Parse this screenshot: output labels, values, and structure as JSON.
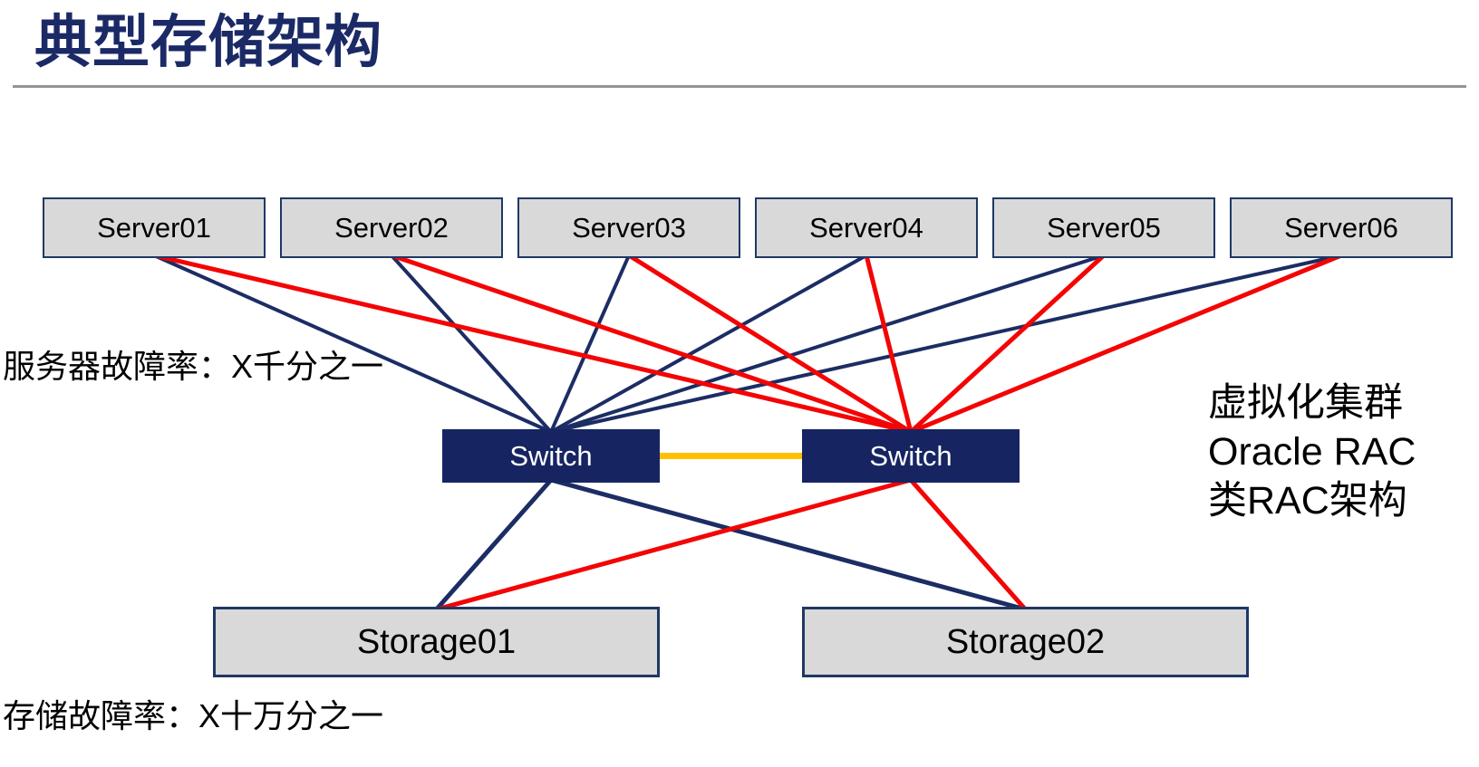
{
  "title": "典型存储架构",
  "nodes": {
    "servers": [
      "Server01",
      "Server02",
      "Server03",
      "Server04",
      "Server05",
      "Server06"
    ],
    "switches": [
      "Switch",
      "Switch"
    ],
    "storages": [
      "Storage01",
      "Storage02"
    ]
  },
  "annotations": {
    "server_failure_rate": "服务器故障率：X千分之一",
    "storage_failure_rate": "存储故障率：X十万分之一",
    "cluster_note": [
      "虚拟化集群",
      "Oracle RAC",
      "类RAC架构"
    ]
  },
  "colors": {
    "navy": "#1c2d64",
    "red": "#f40404",
    "orange": "#ffc000",
    "title": "#1b2a66",
    "box_fill": "#d9d9d9",
    "box_border": "#1f3864",
    "switch_fill": "#162561",
    "rule": "#949494"
  },
  "edges": [
    {
      "from": "server-box-1",
      "to": "switch-box-1",
      "color": "navy",
      "width": 4
    },
    {
      "from": "server-box-2",
      "to": "switch-box-1",
      "color": "navy",
      "width": 4
    },
    {
      "from": "server-box-3",
      "to": "switch-box-1",
      "color": "navy",
      "width": 4
    },
    {
      "from": "server-box-4",
      "to": "switch-box-1",
      "color": "navy",
      "width": 4
    },
    {
      "from": "server-box-5",
      "to": "switch-box-1",
      "color": "navy",
      "width": 4
    },
    {
      "from": "server-box-6",
      "to": "switch-box-1",
      "color": "navy",
      "width": 4
    },
    {
      "from": "switch-box-1",
      "to": "storage-box-1",
      "color": "navy",
      "width": 5
    },
    {
      "from": "switch-box-1",
      "to": "storage-box-2",
      "color": "navy",
      "width": 5
    },
    {
      "from": "server-box-1",
      "to": "switch-box-2",
      "color": "red",
      "width": 5
    },
    {
      "from": "server-box-2",
      "to": "switch-box-2",
      "color": "red",
      "width": 5
    },
    {
      "from": "server-box-3",
      "to": "switch-box-2",
      "color": "red",
      "width": 5
    },
    {
      "from": "server-box-4",
      "to": "switch-box-2",
      "color": "red",
      "width": 5
    },
    {
      "from": "server-box-5",
      "to": "switch-box-2",
      "color": "red",
      "width": 5
    },
    {
      "from": "server-box-6",
      "to": "switch-box-2",
      "color": "red",
      "width": 5
    },
    {
      "from": "switch-box-2",
      "to": "storage-box-1",
      "color": "red",
      "width": 5
    },
    {
      "from": "switch-box-2",
      "to": "storage-box-2",
      "color": "red",
      "width": 5
    },
    {
      "from": "switch-box-1",
      "to": "switch-box-2",
      "color": "orange",
      "width": 7,
      "from_anchor": "right",
      "to_anchor": "left"
    }
  ]
}
